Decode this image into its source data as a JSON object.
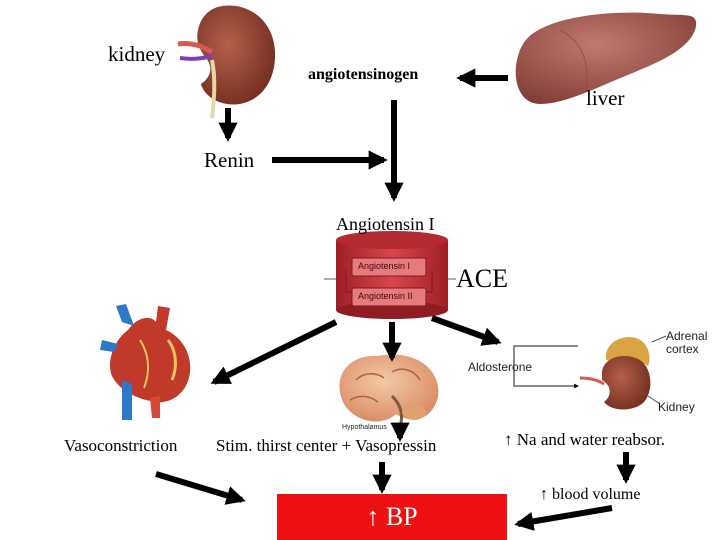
{
  "labels": {
    "kidney": "kidney",
    "angiotensinogen": "angiotensinogen",
    "liver": "liver",
    "renin": "Renin",
    "angiotensin_i": "Angiotensin I",
    "ace": "ACE",
    "cylinder_top": "Angiotensin I",
    "cylinder_bottom": "Angiotensin II",
    "adrenal_cortex": "Adrenal cortex",
    "aldosterone": "Aldosterone",
    "kidney_small": "Kidney",
    "hypothalamus": "Hypothalamus",
    "vasoconstriction": "Vasoconstriction",
    "thirst": "Stim. thirst center + Vasopressin",
    "na_water": "↑ Na and water reabsor.",
    "blood_volume": "↑ blood volume",
    "bp": "↑ BP"
  },
  "colors": {
    "bp_box": "#ee1111",
    "kidney": "#8b3a2a",
    "liver": "#a0524a",
    "cylinder": "#c8333a",
    "arrow": "#000000"
  },
  "icons": {
    "kidney": "kidney-icon",
    "liver": "liver-icon",
    "heart": "heart-icon",
    "brain": "brain-icon",
    "adrenal_kidney": "adrenal-kidney-icon",
    "ace_cylinder": "ace-cylinder-icon"
  }
}
